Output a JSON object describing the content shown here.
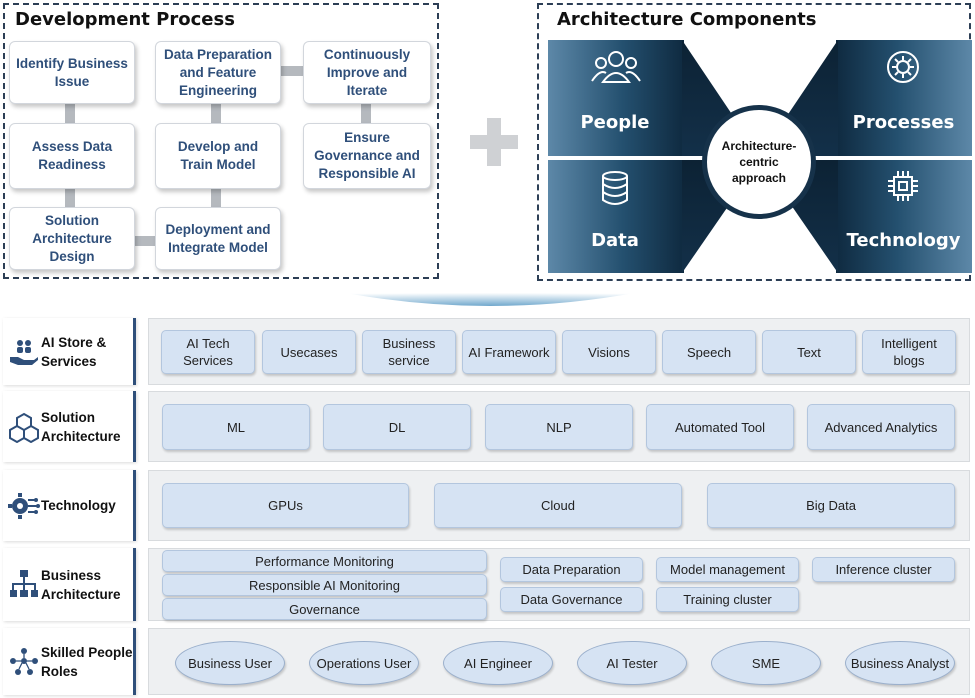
{
  "development_process": {
    "title": "Development Process",
    "steps": [
      "Identify Business Issue",
      "Data Preparation and Feature Engineering",
      "Continuously Improve and Iterate",
      "Assess Data Readiness",
      "Develop and Train Model",
      "Ensure Governance and Responsible AI",
      "Solution Architecture Design",
      "Deployment and Integrate Model"
    ]
  },
  "architecture_components": {
    "title": "Architecture Components",
    "quadrants": [
      {
        "label": "People",
        "icon": "people-icon"
      },
      {
        "label": "Processes",
        "icon": "gear-cycle-icon"
      },
      {
        "label": "Data",
        "icon": "database-icon"
      },
      {
        "label": "Technology",
        "icon": "chip-icon"
      }
    ],
    "center": "Architecture-centric approach"
  },
  "colors": {
    "dark_navy": "#0f2a40",
    "steel_blue": "#3f6f8f",
    "chip_fill": "#d6e3f3",
    "step_text": "#2f4f7a"
  },
  "layers": [
    {
      "title": "AI Store & Services",
      "icon": "hand-people-icon",
      "items": [
        "AI Tech Services",
        "Usecases",
        "Business service",
        "AI Framework",
        "Visions",
        "Speech",
        "Text",
        "Intelligent blogs"
      ]
    },
    {
      "title": "Solution Architecture",
      "icon": "cubes-icon",
      "items": [
        "ML",
        "DL",
        "NLP",
        "Automated Tool",
        "Advanced Analytics"
      ]
    },
    {
      "title": "Technology",
      "icon": "gear-circuit-icon",
      "items": [
        "GPUs",
        "Cloud",
        "Big Data"
      ]
    },
    {
      "title": "Business Architecture",
      "icon": "org-chart-icon",
      "stacked": [
        "Performance Monitoring",
        "Responsible AI Monitoring",
        "Governance"
      ],
      "items": [
        "Data Preparation",
        "Model management",
        "Inference cluster",
        "Data Governance",
        "Training cluster"
      ]
    },
    {
      "title": "Skilled People Roles",
      "icon": "people-network-icon",
      "items": [
        "Business User",
        "Operations User",
        "AI Engineer",
        "AI Tester",
        "SME",
        "Business Analyst"
      ]
    }
  ]
}
